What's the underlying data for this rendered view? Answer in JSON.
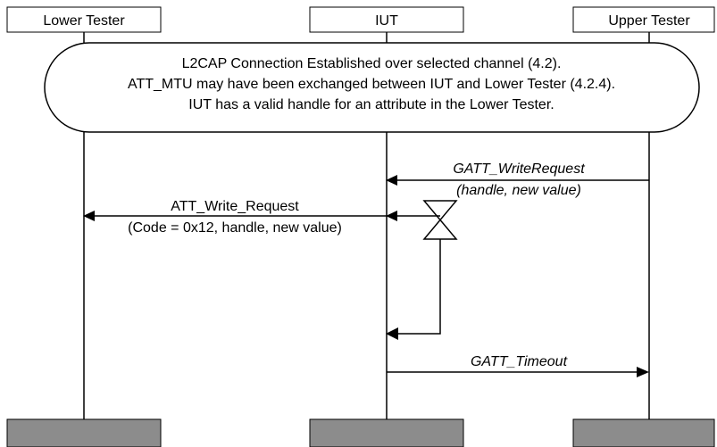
{
  "participants": {
    "lower_tester": "Lower Tester",
    "iut": "IUT",
    "upper_tester": "Upper Tester"
  },
  "precondition": {
    "line1": "L2CAP Connection Established over selected channel (4.2).",
    "line2": "ATT_MTU may have been exchanged between IUT and Lower Tester (4.2.4).",
    "line3": "IUT has a valid handle for an attribute in the Lower Tester."
  },
  "messages": {
    "write_request_primitive": {
      "label": "GATT_WriteRequest",
      "params": "(handle, new value)",
      "from": "Upper Tester",
      "to": "IUT"
    },
    "att_write_request": {
      "label": "ATT_Write_Request",
      "params": "(Code = 0x12, handle, new value)",
      "from": "IUT",
      "to": "Lower Tester"
    },
    "timeout": {
      "label": "GATT_Timeout",
      "from": "IUT",
      "to": "Upper Tester"
    }
  },
  "colors": {
    "line": "#000000",
    "footer": "#8c8c8c",
    "background": "#ffffff"
  }
}
